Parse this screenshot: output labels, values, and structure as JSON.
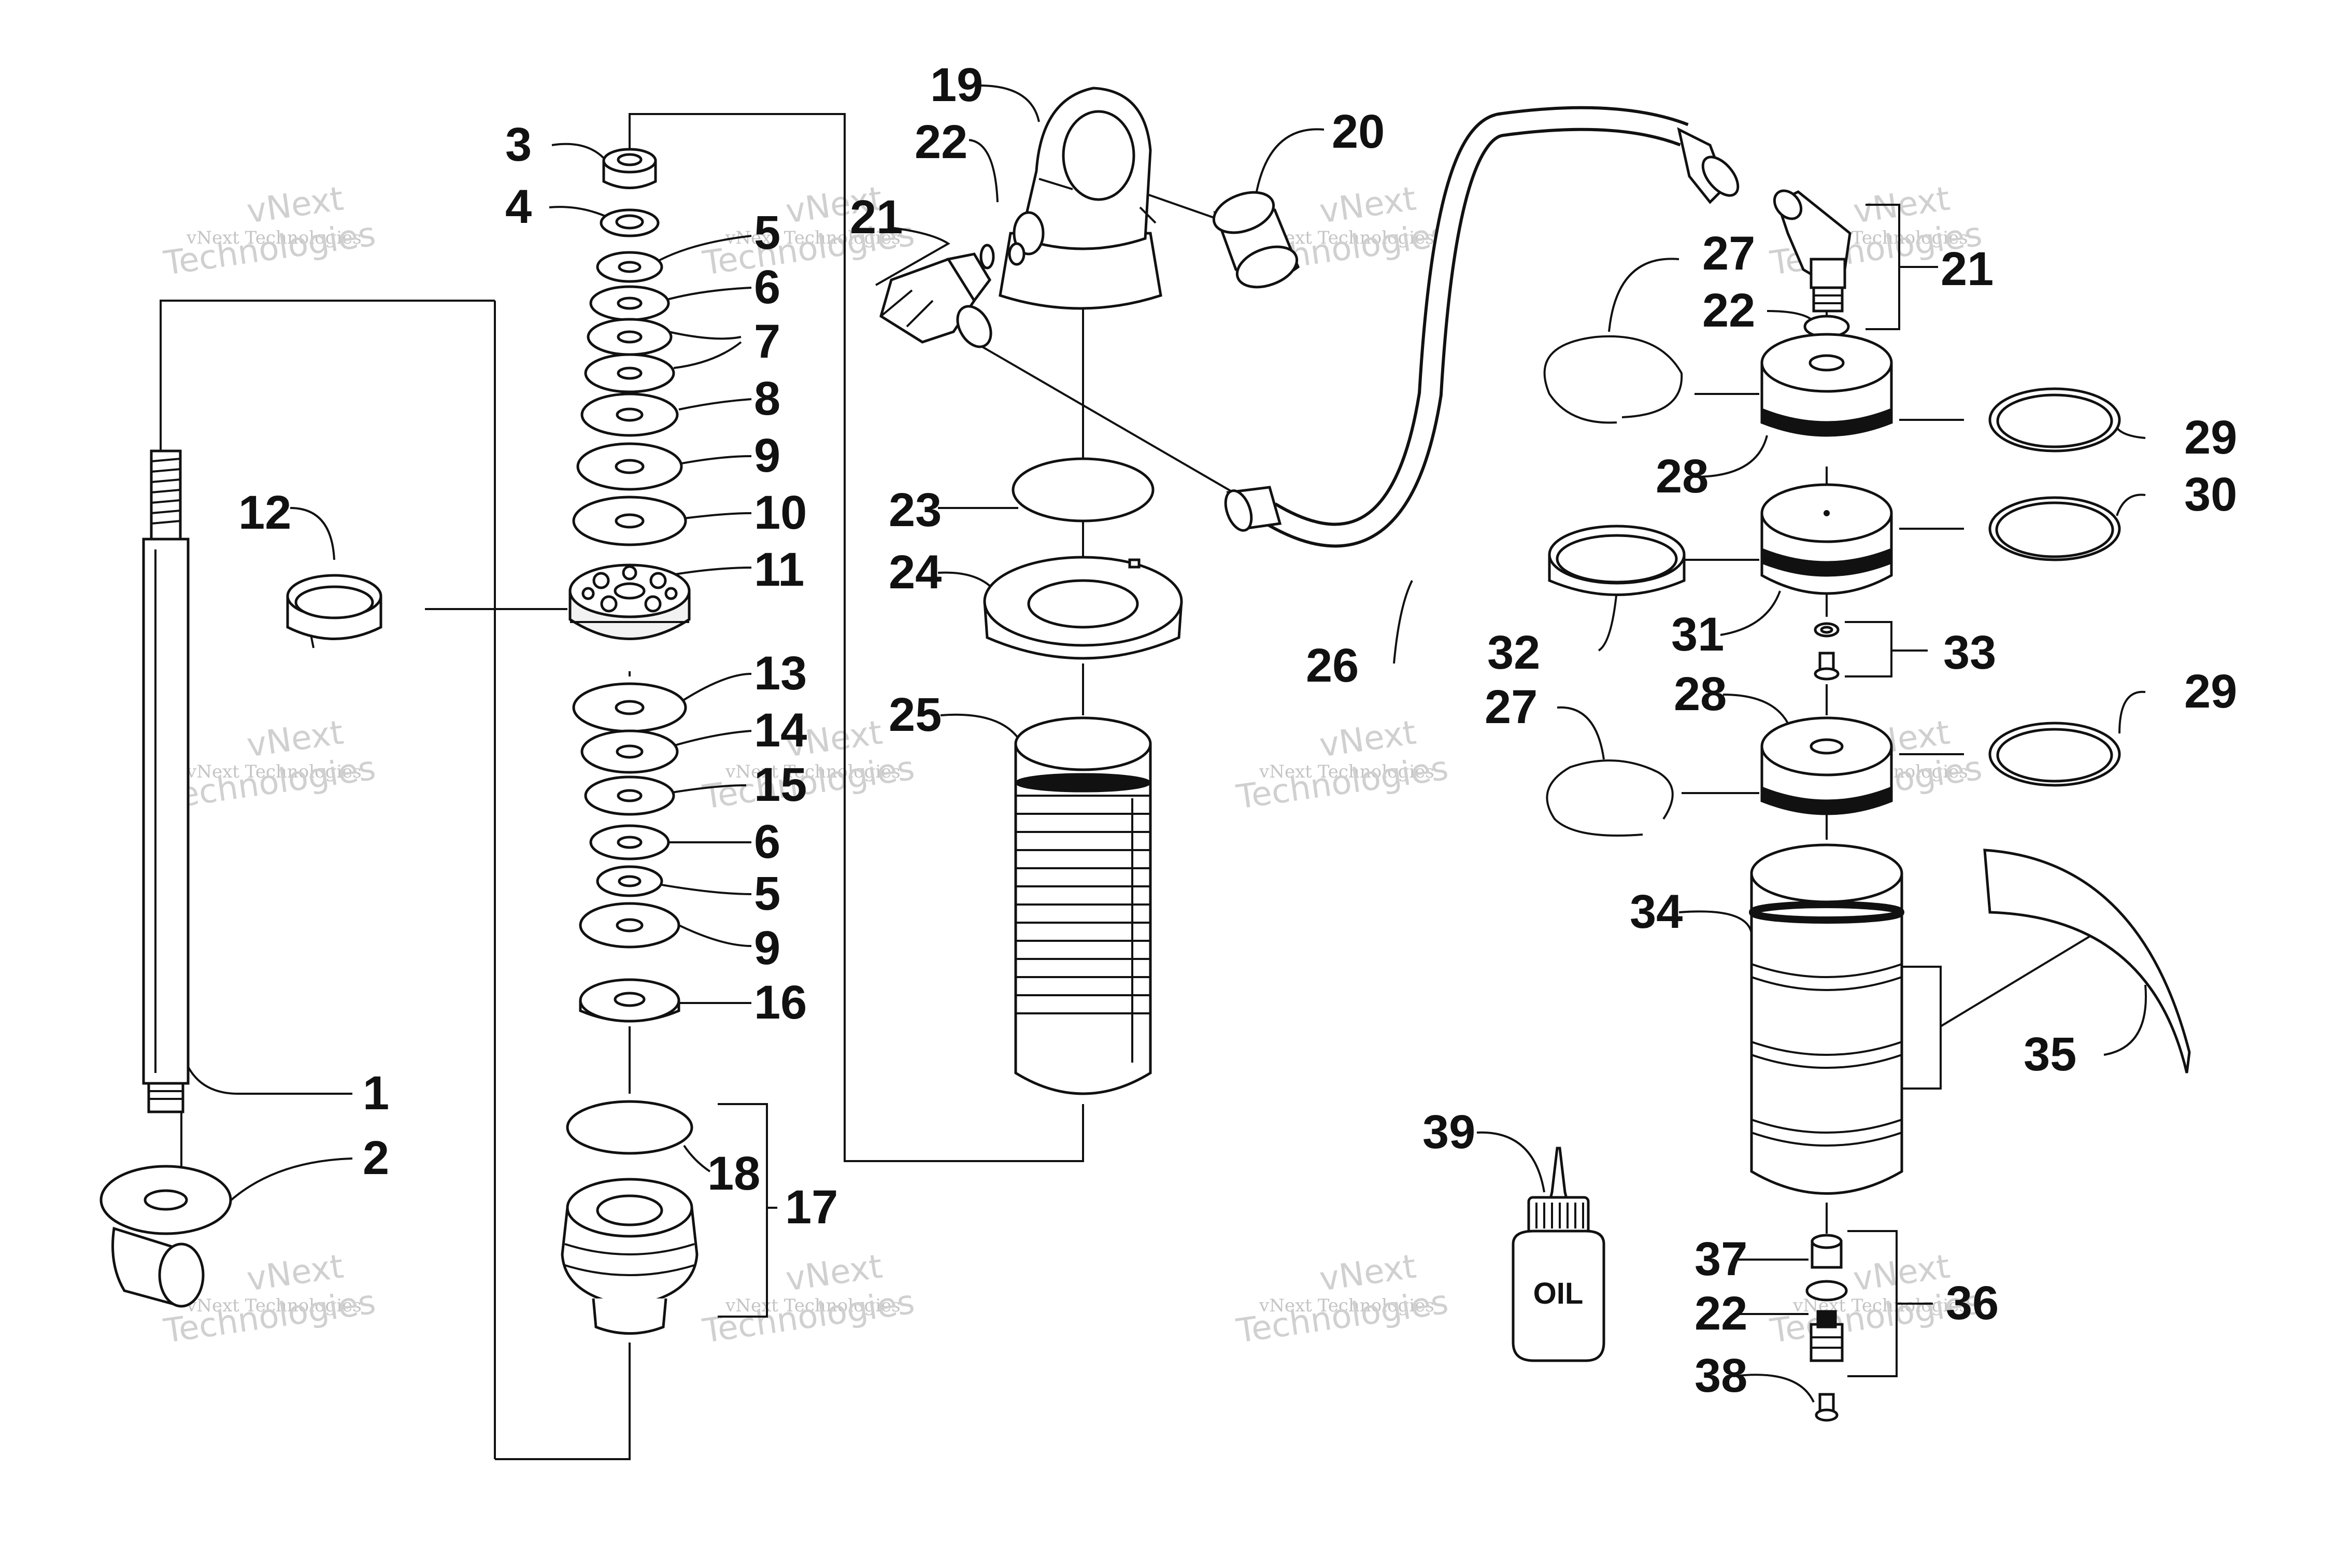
{
  "labels": [
    {
      "id": "label-1",
      "text": "1"
    },
    {
      "id": "label-2",
      "text": "2"
    },
    {
      "id": "label-3",
      "text": "3"
    },
    {
      "id": "label-4",
      "text": "4"
    },
    {
      "id": "label-5a",
      "text": "5"
    },
    {
      "id": "label-6a",
      "text": "6"
    },
    {
      "id": "label-7",
      "text": "7"
    },
    {
      "id": "label-8",
      "text": "8"
    },
    {
      "id": "label-9a",
      "text": "9"
    },
    {
      "id": "label-10",
      "text": "10"
    },
    {
      "id": "label-11",
      "text": "11"
    },
    {
      "id": "label-12",
      "text": "12"
    },
    {
      "id": "label-13",
      "text": "13"
    },
    {
      "id": "label-14",
      "text": "14"
    },
    {
      "id": "label-15",
      "text": "15"
    },
    {
      "id": "label-6b",
      "text": "6"
    },
    {
      "id": "label-5b",
      "text": "5"
    },
    {
      "id": "label-9b",
      "text": "9"
    },
    {
      "id": "label-16",
      "text": "16"
    },
    {
      "id": "label-17",
      "text": "17"
    },
    {
      "id": "label-18",
      "text": "18"
    },
    {
      "id": "label-19",
      "text": "19"
    },
    {
      "id": "label-22a",
      "text": "22"
    },
    {
      "id": "label-21a",
      "text": "21"
    },
    {
      "id": "label-20",
      "text": "20"
    },
    {
      "id": "label-23",
      "text": "23"
    },
    {
      "id": "label-24",
      "text": "24"
    },
    {
      "id": "label-25",
      "text": "25"
    },
    {
      "id": "label-26",
      "text": "26"
    },
    {
      "id": "label-27a",
      "text": "27"
    },
    {
      "id": "label-22b",
      "text": "22"
    },
    {
      "id": "label-21b",
      "text": "21"
    },
    {
      "id": "label-28a",
      "text": "28"
    },
    {
      "id": "label-29a",
      "text": "29"
    },
    {
      "id": "label-30",
      "text": "30"
    },
    {
      "id": "label-32",
      "text": "32"
    },
    {
      "id": "label-31",
      "text": "31"
    },
    {
      "id": "label-33",
      "text": "33"
    },
    {
      "id": "label-27b",
      "text": "27"
    },
    {
      "id": "label-28b",
      "text": "28"
    },
    {
      "id": "label-29b",
      "text": "29"
    },
    {
      "id": "label-34",
      "text": "34"
    },
    {
      "id": "label-35",
      "text": "35"
    },
    {
      "id": "label-39",
      "text": "39"
    },
    {
      "id": "label-37",
      "text": "37"
    },
    {
      "id": "label-22c",
      "text": "22"
    },
    {
      "id": "label-36",
      "text": "36"
    },
    {
      "id": "label-38",
      "text": "38"
    }
  ],
  "oil_bottle_text": "OIL",
  "watermark": {
    "line1": "vNext Technologies",
    "line2": "vNext",
    "line3": "Technologies"
  }
}
